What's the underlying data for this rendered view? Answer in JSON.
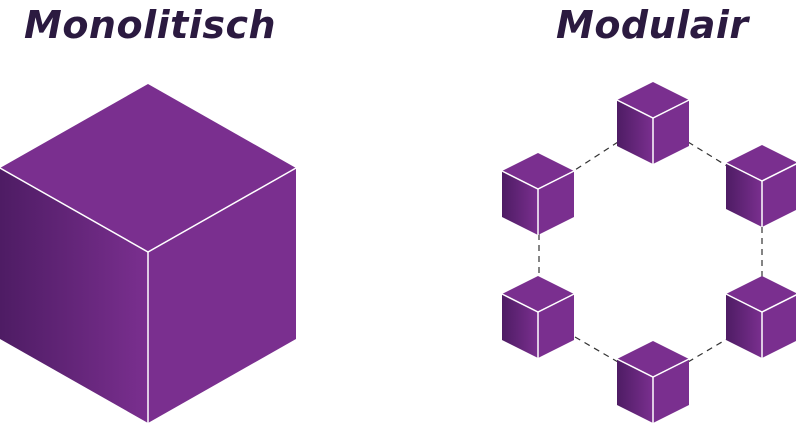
{
  "colors": {
    "title": "#2b1a40",
    "cube_top": "#7a2f8f",
    "cube_left_dark": "#4e1c64",
    "cube_left_light": "#7a2f8f",
    "cube_right": "#7a2f8f",
    "edge": "#ffffff",
    "connector": "#333333"
  },
  "monolithic": {
    "title": "Monolitisch"
  },
  "modular": {
    "title": "Modulair",
    "module_count": 6
  }
}
